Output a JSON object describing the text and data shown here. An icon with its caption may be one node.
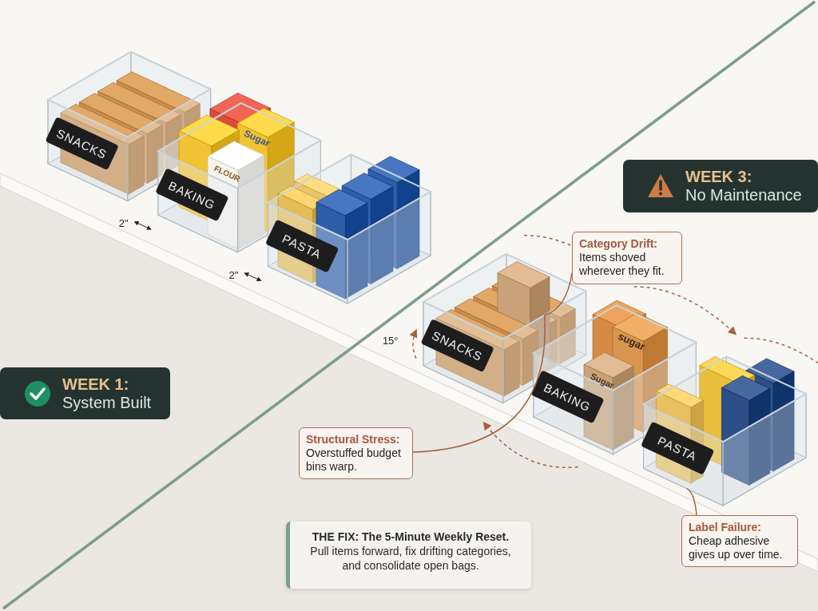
{
  "diagram": {
    "nodes": [
      {
        "text": [
          "WEEK 1:",
          "System Built"
        ]
      },
      {
        "text": [
          "WEEK 3:",
          "No Maintenance"
        ]
      },
      {
        "text": [
          "Category Drift:",
          "Items shoved wherever they fit."
        ]
      },
      {
        "text": [
          "Structural Stress:",
          "Overstuffed budget bins warp."
        ]
      },
      {
        "text": [
          "Label Failure:",
          "Cheap adhesive gives up over time."
        ]
      },
      {
        "text": [
          "THE FIX: The 5-Minute Weekly Reset.",
          "Pull items forward, fix drifting categories, and consolidate open bags."
        ]
      },
      {
        "text": [
          "SNACKS"
        ]
      },
      {
        "text": [
          "FLOUR",
          "Sugar",
          "BAKING"
        ]
      },
      {
        "text": [
          "PASTA"
        ]
      },
      {
        "text": [
          "SNACKS"
        ]
      },
      {
        "text": [
          "sugar",
          "Sugar",
          "BAKING"
        ]
      },
      {
        "text": [
          "PASTA"
        ]
      }
    ],
    "edges": [
      {
        "from": 2,
        "to": 9,
        "arrow": "none"
      },
      {
        "from": 3,
        "to": 9,
        "arrow": "none"
      },
      {
        "from": 4,
        "to": 11,
        "arrow": "none"
      }
    ],
    "labels": [
      "2\"",
      "2\"",
      "15°"
    ]
  }
}
